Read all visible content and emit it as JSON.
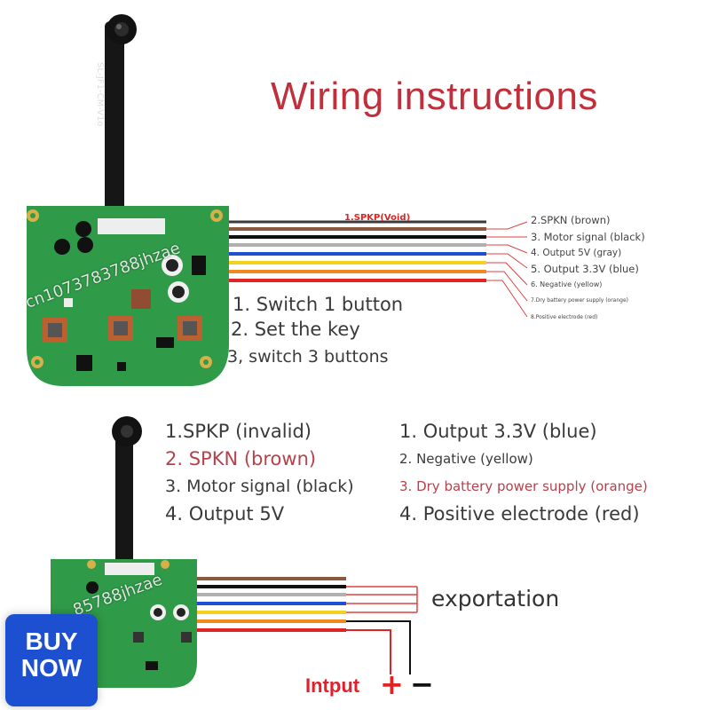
{
  "title": "Wiring instructions",
  "top_wires": [
    {
      "label": "1.SPKP(Void)",
      "color": "#3a3a3a"
    },
    {
      "label": "2.SPKN (brown)",
      "color": "#8b5a3c"
    },
    {
      "label": "3. Motor signal (black)",
      "color": "#111111"
    },
    {
      "label": "4. Output 5V (gray)",
      "color": "#b0b0b0"
    },
    {
      "label": "5. Output 3.3V (blue)",
      "color": "#1e4fd0"
    },
    {
      "label": "6. Negative (yellow)",
      "color": "#f2d21e"
    },
    {
      "label": "7.Dry battery power supply (orange)",
      "color": "#f08a1e"
    },
    {
      "label": "8.Positive electrode (red)",
      "color": "#e02424"
    }
  ],
  "buttons_legend": [
    "1. Switch 1 button",
    "2. Set the key",
    "3, switch 3 buttons"
  ],
  "pcb_silkscreen": "SL-JF1-CM-V1o",
  "list_left": [
    "1.SPKP (invalid)",
    "2. SPKN (brown)",
    "3. Motor signal (black)",
    "4. Output 5V"
  ],
  "list_right": [
    "1. Output 3.3V (blue)",
    "2. Negative (yellow)",
    "3. Dry battery power supply (orange)",
    "4. Positive electrode (red)"
  ],
  "exportation": "exportation",
  "input_label": "Intput",
  "plus": "+",
  "minus": "−",
  "buy_now": {
    "line1": "BUY",
    "line2": "NOW"
  },
  "watermark_1": "cn1073783788jhzae",
  "watermark_2": "85788jhzae",
  "colors": {
    "title": "#c0303c",
    "pcb": "#2f9a48",
    "buy": "#1d4fd1",
    "input": "#e0202a"
  }
}
